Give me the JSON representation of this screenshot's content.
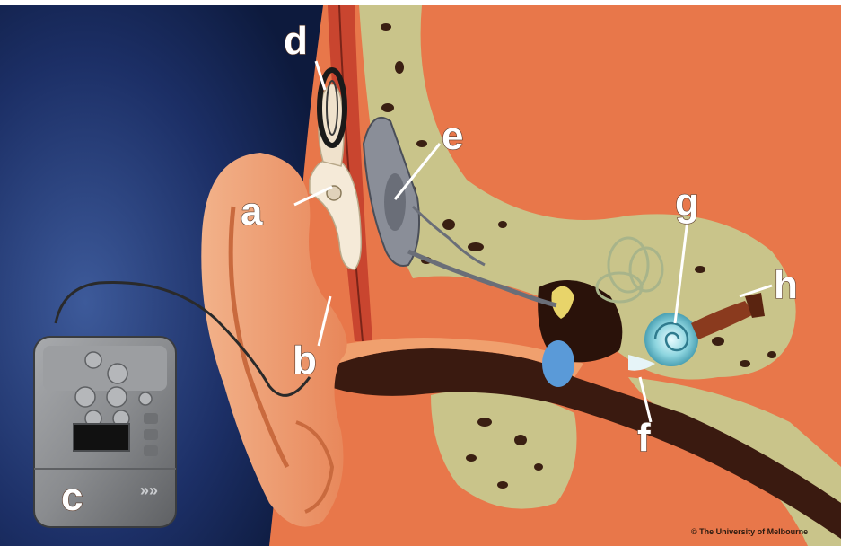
{
  "labels": {
    "a": "a",
    "b": "b",
    "c": "c",
    "d": "d",
    "e": "e",
    "f": "f",
    "g": "g",
    "h": "h"
  },
  "copyright": "© The University of Melbourne",
  "colors": {
    "background_blue": "#1c2f66",
    "flesh": "#e8774a",
    "bone": "#c9c48a",
    "device_gray": "#8a8c8f",
    "cochlea": "#8fd6e0"
  }
}
